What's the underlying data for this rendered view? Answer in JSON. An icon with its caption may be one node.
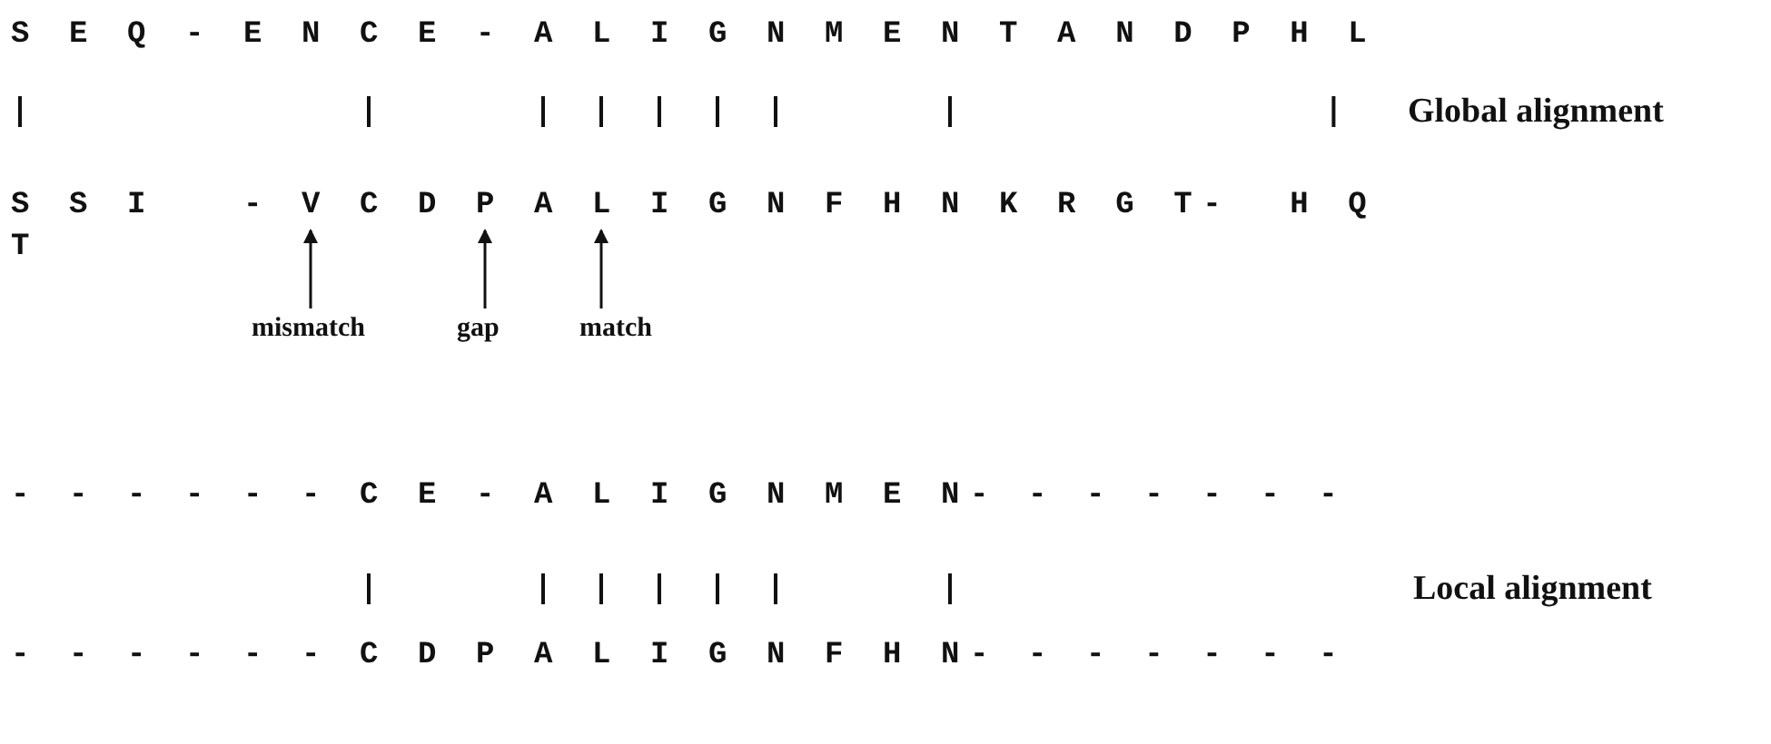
{
  "diagram": {
    "nodes": [
      {
        "text": [
          "mismatch"
        ]
      },
      {
        "text": [
          "gap"
        ]
      },
      {
        "text": [
          "match"
        ]
      },
      {
        "text": [
          "S S I   - V C D P A L I G N F H N K R G T-  H Q T"
        ]
      }
    ],
    "edges": [
      {
        "from": 0,
        "to": 3,
        "arrow": "to"
      },
      {
        "from": 1,
        "to": 3,
        "arrow": "to"
      },
      {
        "from": 2,
        "to": 3,
        "arrow": "to"
      }
    ],
    "labels": [
      "S E Q - E N C E - A L I G N M E N T A N D P H L",
      "Global alignment",
      "- - - - - - C E - A L I G N M E N- - - - - - -",
      "Local alignment",
      "- - - - - - C D P A L I G N F H N- - - - - - -"
    ]
  }
}
